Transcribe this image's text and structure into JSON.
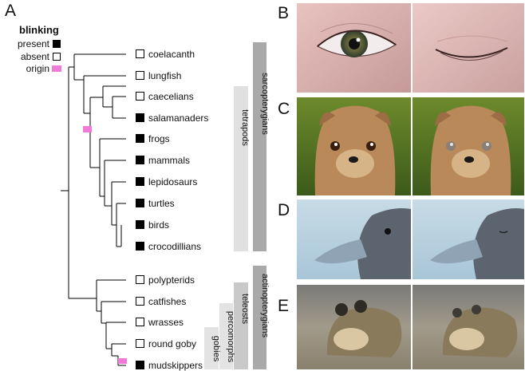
{
  "figure": {
    "panel_a_label": "A",
    "legend": {
      "title": "blinking",
      "present": "present",
      "absent": "absent",
      "origin": "origin"
    },
    "taxa": [
      {
        "name": "coelacanth",
        "blinking": "absent"
      },
      {
        "name": "lungfish",
        "blinking": "absent"
      },
      {
        "name": "caecelians",
        "blinking": "absent"
      },
      {
        "name": "salamanaders",
        "blinking": "present"
      },
      {
        "name": "frogs",
        "blinking": "present"
      },
      {
        "name": "mammals",
        "blinking": "present"
      },
      {
        "name": "lepidosaurs",
        "blinking": "present"
      },
      {
        "name": "turtles",
        "blinking": "present"
      },
      {
        "name": "birds",
        "blinking": "present"
      },
      {
        "name": "crocodillians",
        "blinking": "present"
      },
      {
        "name": "polypterids",
        "blinking": "absent"
      },
      {
        "name": "catfishes",
        "blinking": "absent"
      },
      {
        "name": "wrasses",
        "blinking": "absent"
      },
      {
        "name": "round goby",
        "blinking": "absent"
      },
      {
        "name": "mudskippers",
        "blinking": "present"
      }
    ],
    "clades": {
      "sarcopterygians": "sarcopterygians",
      "tetrapods": "tetrapods",
      "actinopterygians": "actinopterygians",
      "teleosts": "teleosts",
      "percomorphs": "percomorphs",
      "gobies": "gobies"
    },
    "photo_panels": [
      {
        "letter": "B",
        "subject": "human eye open / closed"
      },
      {
        "letter": "C",
        "subject": "mongoose eyes open / nictitating"
      },
      {
        "letter": "D",
        "subject": "duck eye open / closed"
      },
      {
        "letter": "E",
        "subject": "mudskipper eyes open / retracted"
      }
    ],
    "colors": {
      "present": "#000000",
      "absent": "#ffffff",
      "origin": "#f07ad8",
      "clade_bar_dark": "#a9a9a9",
      "clade_bar_mid": "#c9c9c9",
      "clade_bar_light": "#e3e3e3"
    }
  }
}
